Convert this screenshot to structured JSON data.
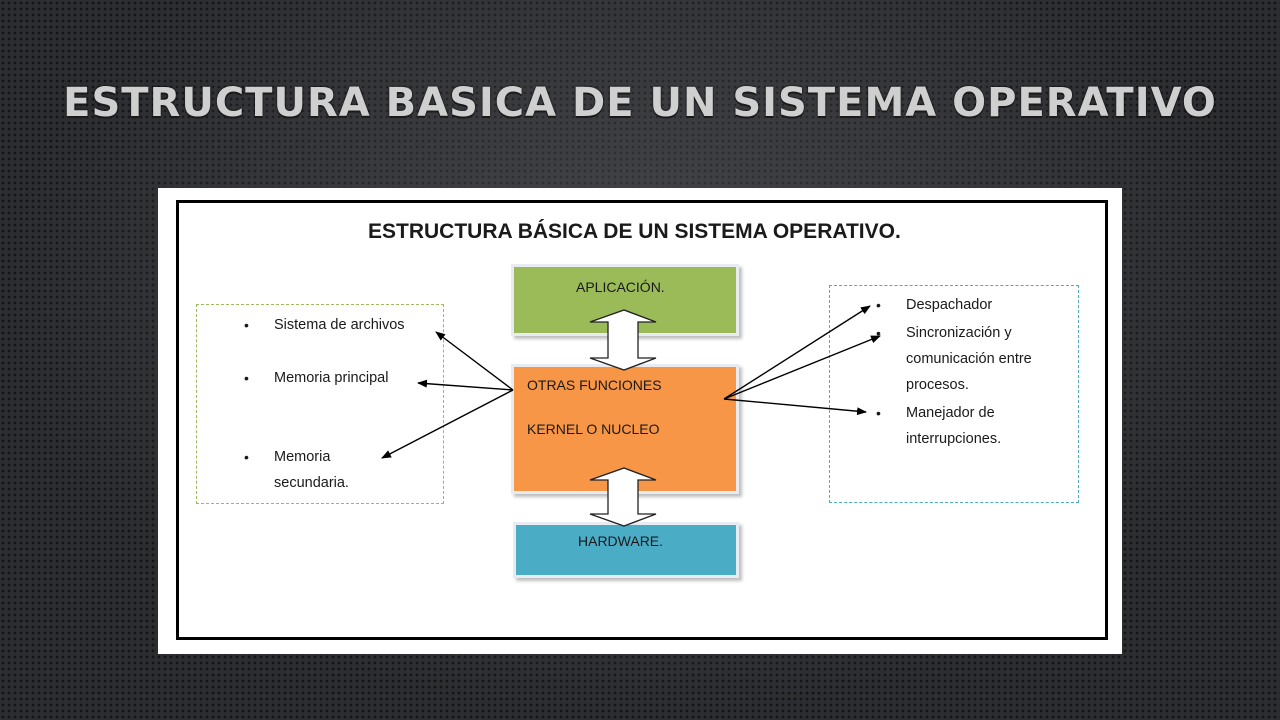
{
  "slide": {
    "title": "ESTRUCTURA BASICA DE UN SISTEMA OPERATIVO"
  },
  "diagram": {
    "title": "ESTRUCTURA BÁSICA DE UN SISTEMA OPERATIVO.",
    "center_boxes": {
      "application": "APLICACIÓN.",
      "kernel_line1": "OTRAS FUNCIONES",
      "kernel_line2": "KERNEL O NUCLEO",
      "hardware": "HARDWARE."
    },
    "left_list": [
      {
        "lines": [
          "Sistema de archivos"
        ]
      },
      {
        "lines": [
          "Memoria principal"
        ]
      },
      {
        "lines": [
          "Memoria",
          "secundaria."
        ]
      }
    ],
    "right_list": [
      {
        "lines": [
          "Despachador"
        ]
      },
      {
        "lines": [
          "Sincronización y",
          "comunicación entre",
          "procesos."
        ]
      },
      {
        "lines": [
          "Manejador de",
          "interrupciones."
        ]
      }
    ],
    "bullet": "•",
    "colors": {
      "application": "#9bbb59",
      "kernel": "#f79646",
      "hardware": "#4bacc6",
      "left_border": "#9bbb59",
      "right_border": "#4bacc6"
    }
  }
}
